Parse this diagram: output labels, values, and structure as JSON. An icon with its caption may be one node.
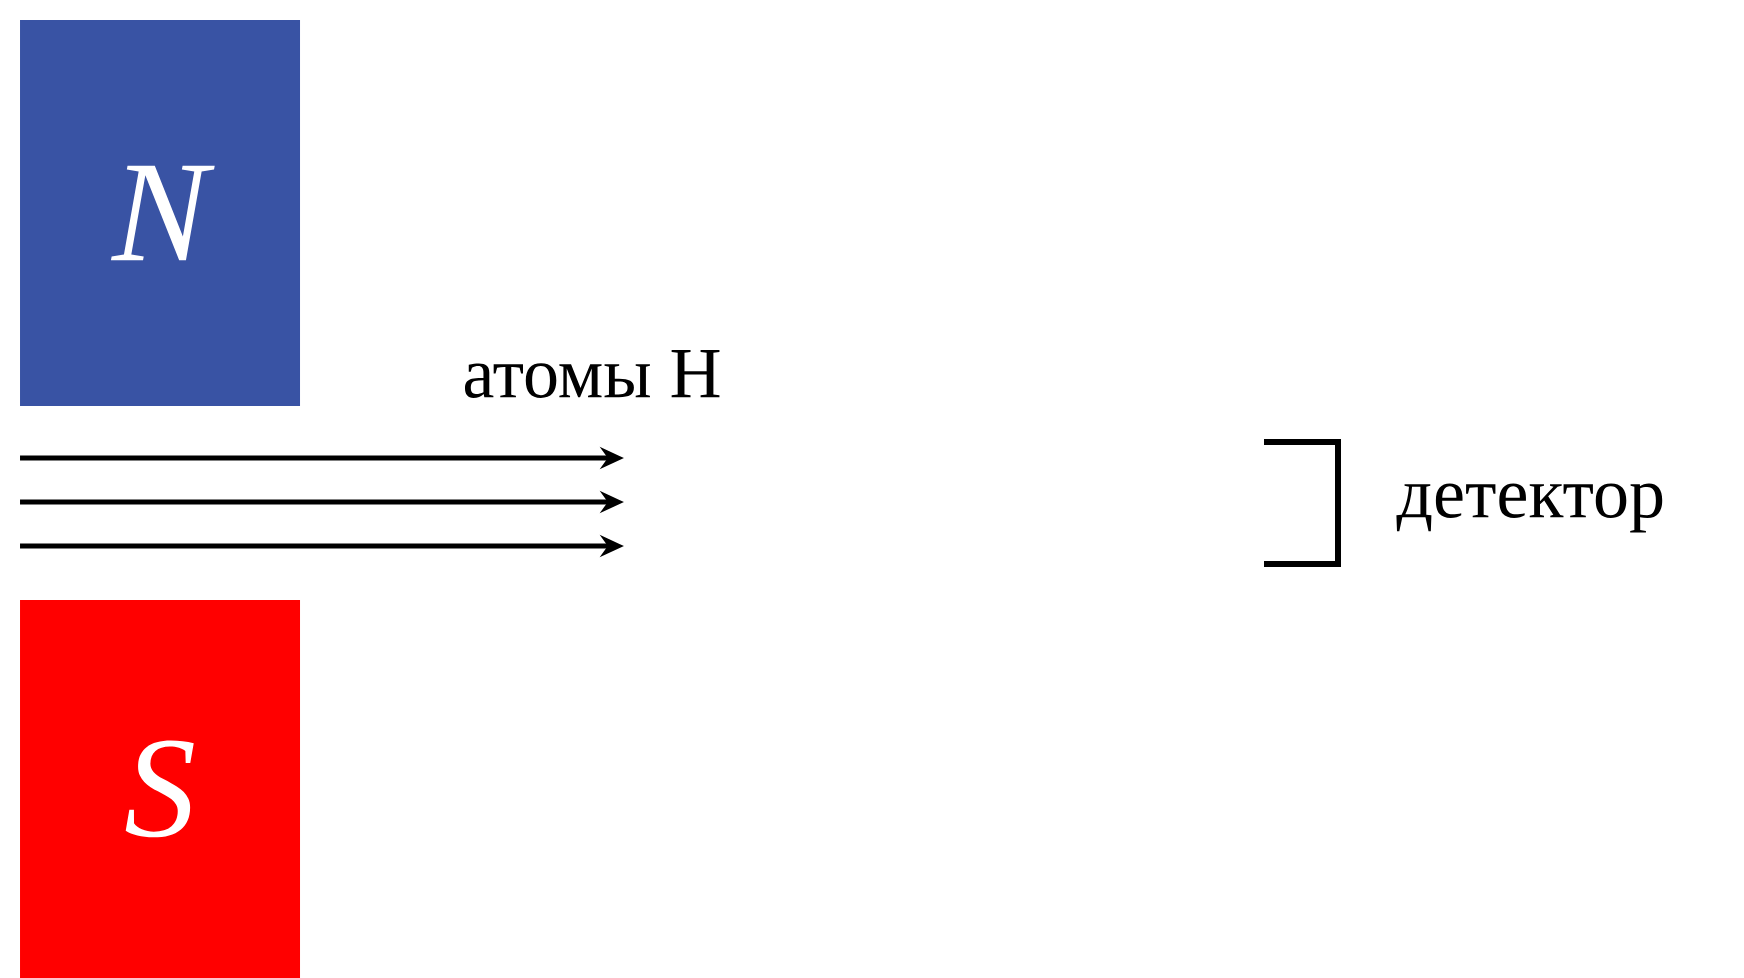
{
  "diagram": {
    "nodes": [
      {
        "text": [
          "N"
        ]
      },
      {
        "text": [
          "S"
        ]
      },
      {
        "text": [
          "детектор"
        ]
      }
    ],
    "labels": [
      "атомы H"
    ]
  }
}
